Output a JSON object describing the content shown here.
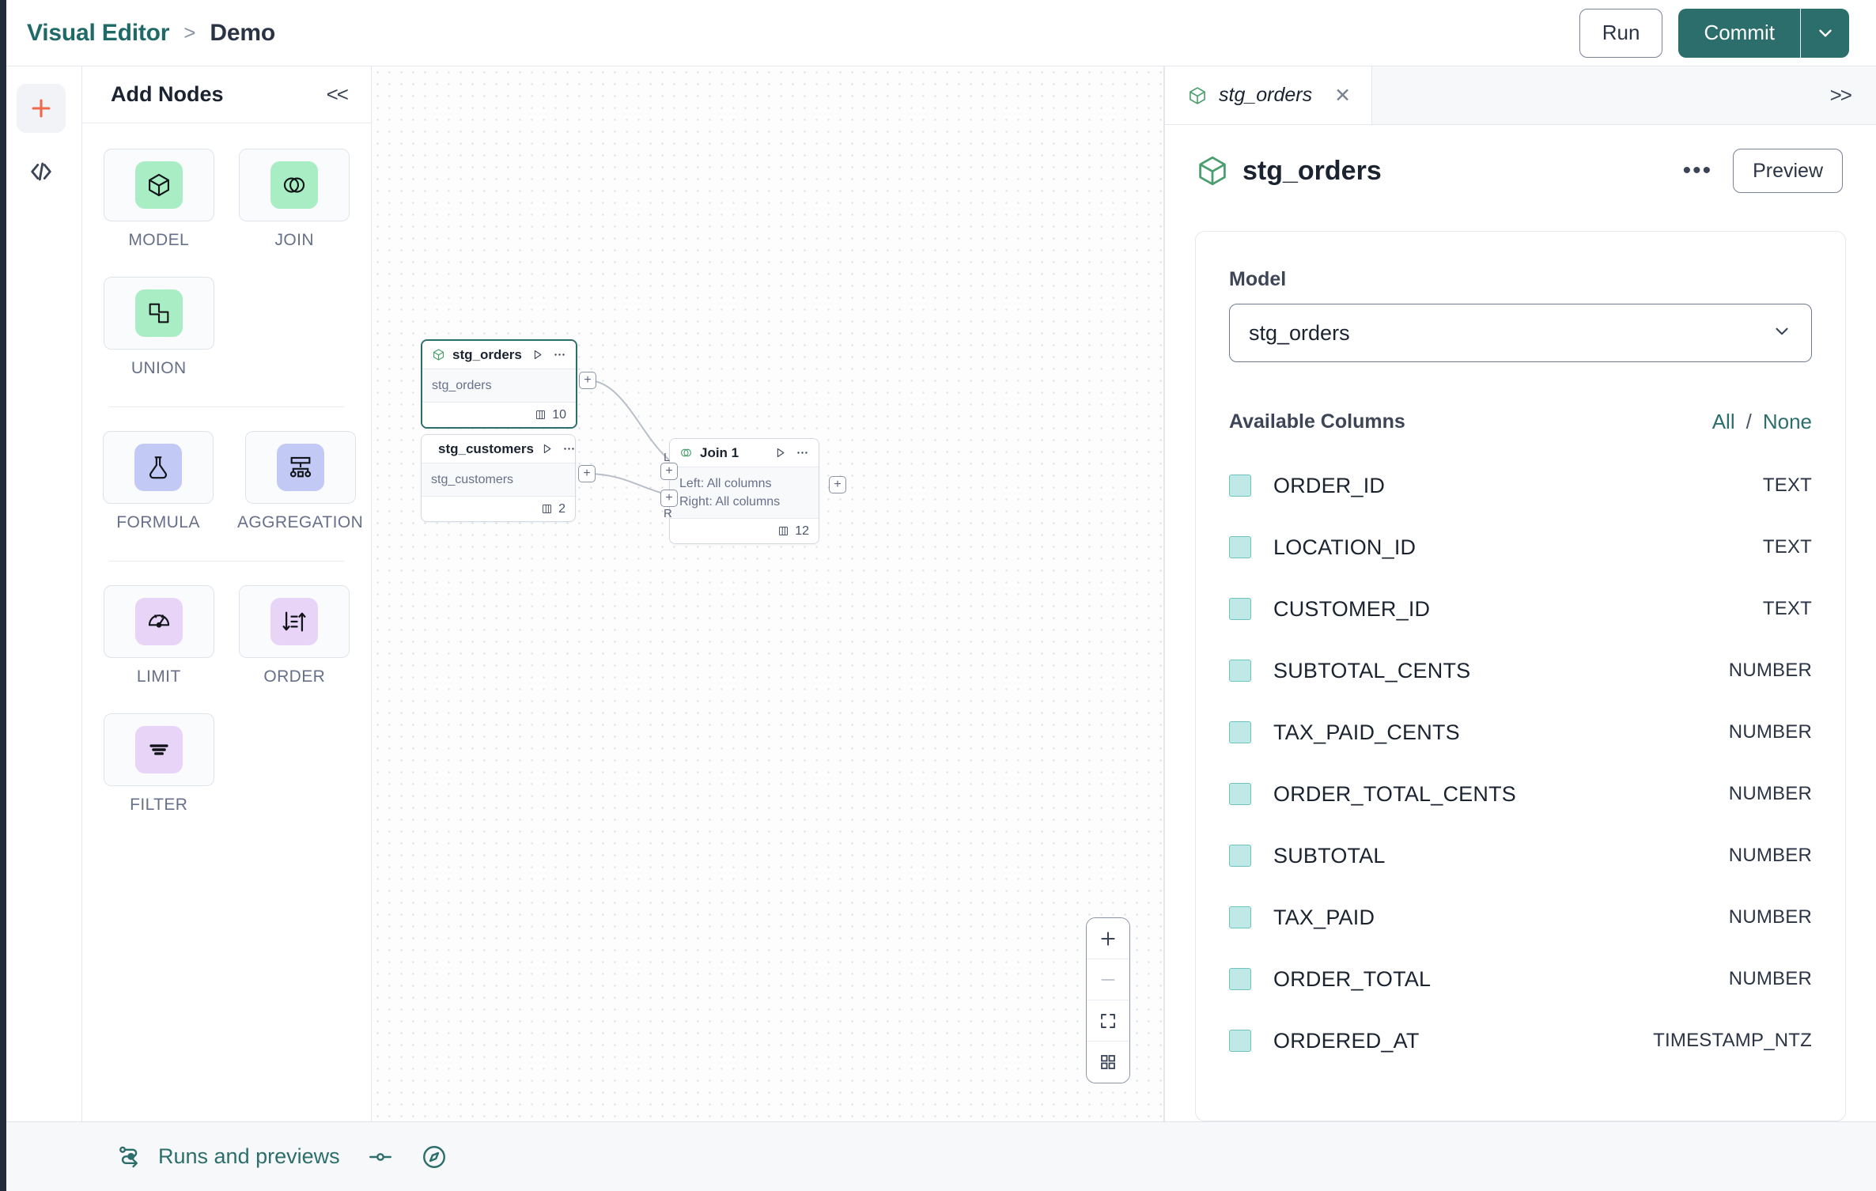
{
  "topbar": {
    "breadcrumb": {
      "root": "Visual Editor",
      "separator": ">",
      "current": "Demo"
    },
    "run_label": "Run",
    "commit_label": "Commit"
  },
  "rail": {
    "add_icon": "plus-icon",
    "code_icon": "code-icon"
  },
  "nodes_panel": {
    "title": "Add Nodes",
    "collapse_label": "<<",
    "groups": [
      {
        "items": [
          {
            "label": "MODEL",
            "icon": "cube-icon",
            "swatch": "sq-green"
          },
          {
            "label": "JOIN",
            "icon": "venn-icon",
            "swatch": "sq-green"
          },
          {
            "label": "UNION",
            "icon": "union-icon",
            "swatch": "sq-green"
          }
        ]
      },
      {
        "items": [
          {
            "label": "FORMULA",
            "icon": "flask-icon",
            "swatch": "sq-blue"
          },
          {
            "label": "AGGREGATION",
            "icon": "hierarchy-icon",
            "swatch": "sq-blue"
          }
        ]
      },
      {
        "items": [
          {
            "label": "LIMIT",
            "icon": "gauge-icon",
            "swatch": "sq-purple"
          },
          {
            "label": "ORDER",
            "icon": "sort-icon",
            "swatch": "sq-purple"
          },
          {
            "label": "FILTER",
            "icon": "filter-icon",
            "swatch": "sq-purple"
          }
        ]
      }
    ]
  },
  "canvas": {
    "nodes": {
      "stg_orders": {
        "title": "stg_orders",
        "body": "stg_orders",
        "column_count": "10",
        "selected": true
      },
      "stg_customers": {
        "title": "stg_customers",
        "body": "stg_customers",
        "column_count": "2",
        "selected": false
      },
      "join1": {
        "title": "Join 1",
        "left_line": "Left: All columns",
        "right_line": "Right: All columns",
        "column_count": "12",
        "handle_left_tag": "L",
        "handle_right_tag": "R",
        "selected": false
      }
    },
    "zoom_controls": [
      "zoom-in-icon",
      "zoom-out-icon",
      "fit-view-icon",
      "minimap-icon"
    ]
  },
  "right_panel": {
    "tab": {
      "label": "stg_orders",
      "close": "✕"
    },
    "expand_label": ">>",
    "header": {
      "title": "stg_orders",
      "menu": "•••",
      "preview_label": "Preview"
    },
    "model_field": {
      "label": "Model",
      "value": "stg_orders"
    },
    "columns_section": {
      "title": "Available Columns",
      "all_label": "All",
      "separator": "/",
      "none_label": "None",
      "columns": [
        {
          "name": "ORDER_ID",
          "type": "TEXT",
          "checked": true
        },
        {
          "name": "LOCATION_ID",
          "type": "TEXT",
          "checked": true
        },
        {
          "name": "CUSTOMER_ID",
          "type": "TEXT",
          "checked": true
        },
        {
          "name": "SUBTOTAL_CENTS",
          "type": "NUMBER",
          "checked": true
        },
        {
          "name": "TAX_PAID_CENTS",
          "type": "NUMBER",
          "checked": true
        },
        {
          "name": "ORDER_TOTAL_CENTS",
          "type": "NUMBER",
          "checked": true
        },
        {
          "name": "SUBTOTAL",
          "type": "NUMBER",
          "checked": true
        },
        {
          "name": "TAX_PAID",
          "type": "NUMBER",
          "checked": true
        },
        {
          "name": "ORDER_TOTAL",
          "type": "NUMBER",
          "checked": true
        },
        {
          "name": "ORDERED_AT",
          "type": "TIMESTAMP_NTZ",
          "checked": true
        }
      ]
    }
  },
  "bottombar": {
    "runs_label": "Runs and previews",
    "icons": [
      "runs-flow-icon",
      "slider-icon",
      "compass-icon"
    ]
  },
  "colors": {
    "accent_teal": "#2c6e6b",
    "accent_orange": "#ef6a4a",
    "node_green": "#a8edc4",
    "node_blue": "#c2c9f5",
    "node_purple": "#e7d4f7",
    "checkbox_fill": "#bfe9e6"
  }
}
